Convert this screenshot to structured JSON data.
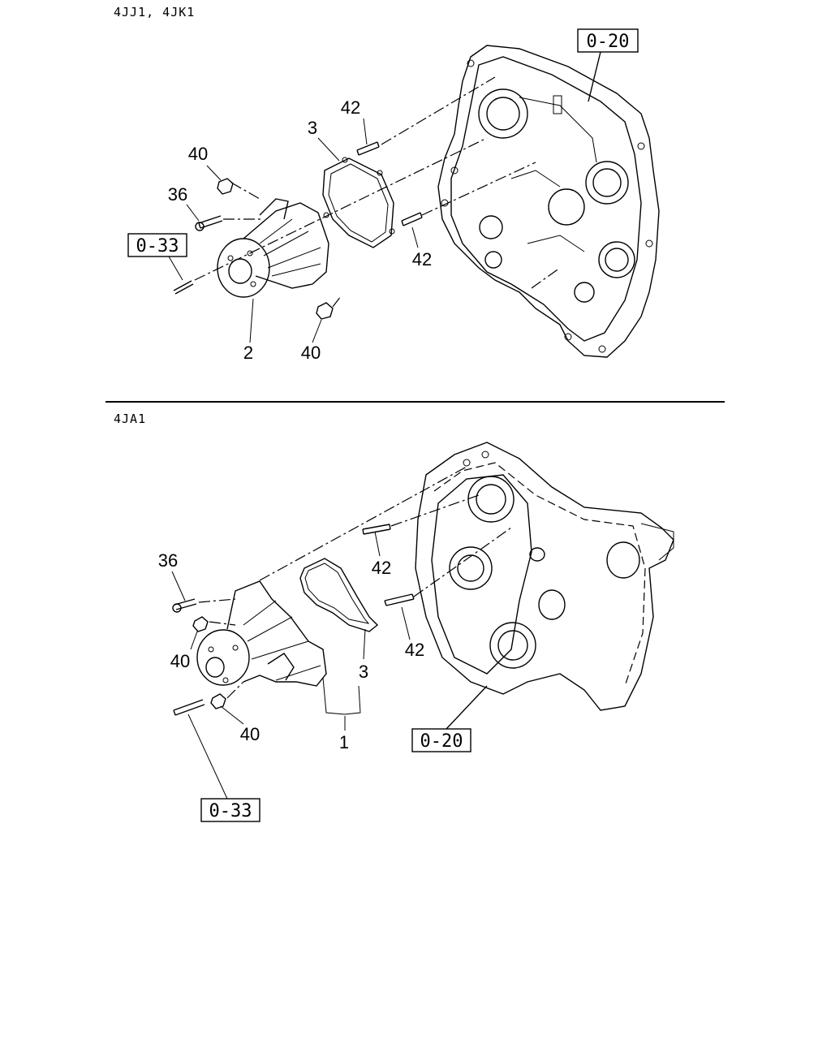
{
  "sections": [
    {
      "header": "4JJ1, 4JK1",
      "callouts": [
        {
          "id": "c42a",
          "text": "42"
        },
        {
          "id": "c3a",
          "text": "3"
        },
        {
          "id": "c40a",
          "text": "40"
        },
        {
          "id": "c36a",
          "text": "36"
        },
        {
          "id": "c42b",
          "text": "42"
        },
        {
          "id": "c2",
          "text": "2"
        },
        {
          "id": "c40b",
          "text": "40"
        }
      ],
      "refs": [
        {
          "id": "r020",
          "text": "0-20"
        },
        {
          "id": "r033",
          "text": "0-33"
        }
      ]
    },
    {
      "header": "4JA1",
      "callouts": [
        {
          "id": "c36b",
          "text": "36"
        },
        {
          "id": "c42c",
          "text": "42"
        },
        {
          "id": "c40c",
          "text": "40"
        },
        {
          "id": "c42d",
          "text": "42"
        },
        {
          "id": "c3b",
          "text": "3"
        },
        {
          "id": "c40d",
          "text": "40"
        },
        {
          "id": "c1",
          "text": "1"
        }
      ],
      "refs": [
        {
          "id": "r020b",
          "text": "0-20"
        },
        {
          "id": "r033b",
          "text": "0-33"
        }
      ]
    }
  ]
}
